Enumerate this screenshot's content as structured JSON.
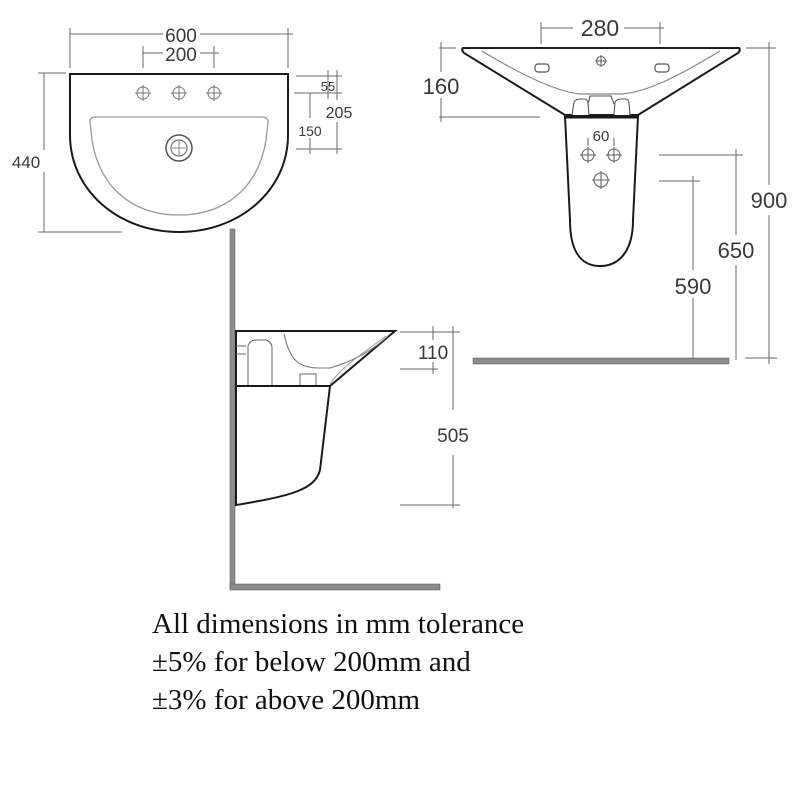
{
  "views": {
    "top_view": {
      "width": "600",
      "tap_spacing": "200",
      "depth": "440",
      "tap_offset": "55",
      "waste_offset": "150",
      "overall_offset": "205"
    },
    "front_view": {
      "bowl_width": "280",
      "bowl_height": "160",
      "pedestal_hole_spacing": "60",
      "overall_height": "900",
      "rim_to_floor_650": "650",
      "waste_to_floor": "590"
    },
    "side_view": {
      "bowl_depth": "110",
      "pedestal_height": "505"
    }
  },
  "note": {
    "line1": "All dimensions in mm tolerance",
    "line2": "±5% for below 200mm and",
    "line3": "±3% for above 200mm"
  },
  "colors": {
    "outline": "#1a1a1a",
    "dimension_line": "#6a6a6a",
    "wall_floor": "#8c8c8c",
    "text": "#3a3a3a"
  }
}
